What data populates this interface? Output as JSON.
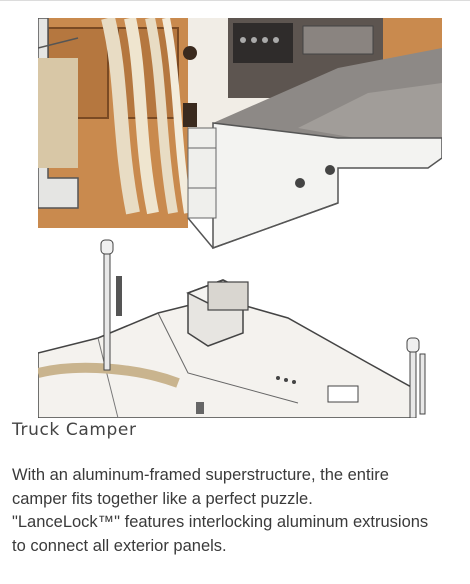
{
  "figure": {
    "alt": "Truck camper cutaway illustration"
  },
  "article": {
    "title": "Truck Camper",
    "body_lines": [
      "With an aluminum-framed superstructure, the entire",
      "camper fits together like a perfect puzzle.",
      "\"LanceLock™\" features interlocking aluminum extrusions",
      "to connect all exterior panels."
    ]
  }
}
